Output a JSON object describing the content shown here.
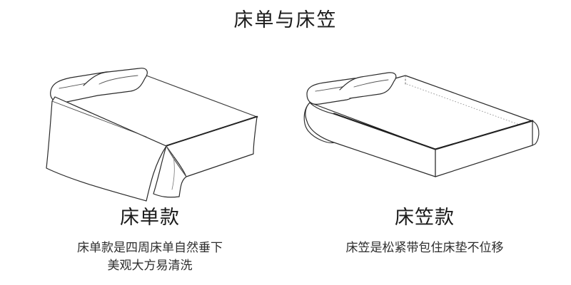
{
  "title": "床单与床笠",
  "left": {
    "heading": "床单款",
    "desc_line1": "床单款是四周床单自然垂下",
    "desc_line2": "美观大方易清洗"
  },
  "right": {
    "heading": "床笠款",
    "desc_line1": "床笠是松紧带包住床垫不位移"
  },
  "colors": {
    "line": "#2a2a2a",
    "edge_dark": "#111111"
  }
}
